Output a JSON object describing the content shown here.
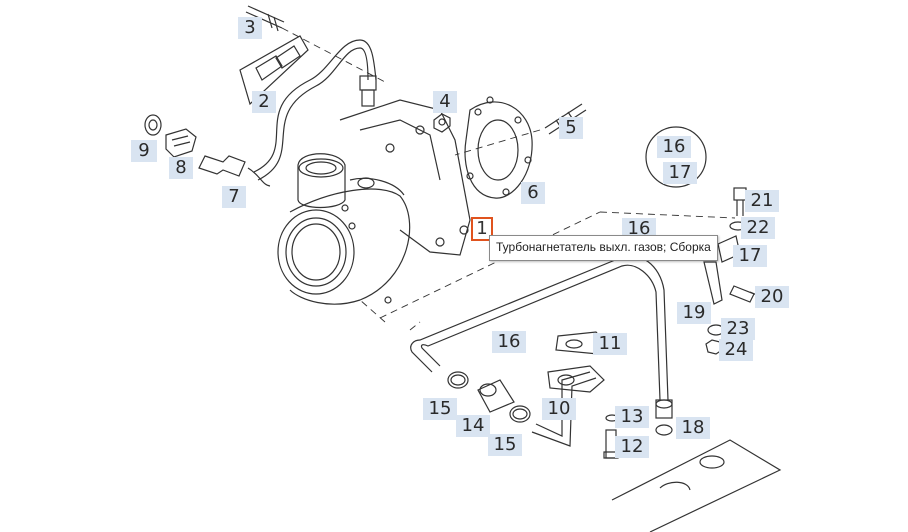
{
  "tooltip": "Турбонагнетатель выхл. газов; Сборка",
  "callouts": [
    {
      "label": "3"
    },
    {
      "label": "2"
    },
    {
      "label": "4"
    },
    {
      "label": "5"
    },
    {
      "label": "9"
    },
    {
      "label": "8"
    },
    {
      "label": "7"
    },
    {
      "label": "6"
    },
    {
      "label": "16"
    },
    {
      "label": "17"
    },
    {
      "label": "1"
    },
    {
      "label": "16"
    },
    {
      "label": "21"
    },
    {
      "label": "22"
    },
    {
      "label": "17"
    },
    {
      "label": "20"
    },
    {
      "label": "19"
    },
    {
      "label": "23"
    },
    {
      "label": "24"
    },
    {
      "label": "16"
    },
    {
      "label": "11"
    },
    {
      "label": "10"
    },
    {
      "label": "15"
    },
    {
      "label": "14"
    },
    {
      "label": "13"
    },
    {
      "label": "18"
    },
    {
      "label": "15"
    },
    {
      "label": "12"
    }
  ],
  "colors": {
    "callout_bg": "#d9e4f1",
    "active_border": "#e0531e",
    "line": "#333333"
  }
}
